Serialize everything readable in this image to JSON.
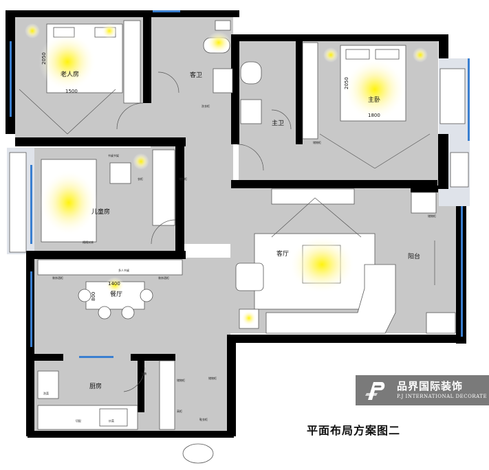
{
  "rooms": {
    "elder_bedroom": "老人房",
    "guest_bath": "客卫",
    "master_bedroom": "主卧",
    "master_bath": "主卫",
    "kids_room": "儿童房",
    "living_room": "客厅",
    "balcony": "阳台",
    "dining_room": "餐厅",
    "kitchen": "厨房"
  },
  "dimensions": {
    "elder_bed_length": "2050",
    "elder_bed_width": "1500",
    "master_bed_length": "2050",
    "master_bed_width": "1800",
    "dining_table_length": "1400",
    "dining_table_width": "800"
  },
  "annotations": {
    "kids_desk_note": "书桌书架",
    "kids_wardrobe": "衣柜",
    "kids_storage": "储物柜",
    "kids_bed_note": "榻榻米床",
    "guest_bath_note": "洗衣柜",
    "master_bath_note": "储物柜",
    "entry_cabinet": "储物柜",
    "dining_cabinet_center": "多人书桌",
    "dining_cabinet_left": "装饰酒柜",
    "dining_cabinet_right": "装饰酒柜",
    "kitchen_fridge": "冰箱",
    "kitchen_storage": "储物柜",
    "kitchen_tall": "高柜",
    "shoe_cabinet": "鞋衣柜",
    "balcony_cabinet": "储物柜",
    "kitchen_basin": "洗菜",
    "kitchen_counter": "切配",
    "kitchen_stove": "炒菜"
  },
  "logo": {
    "chinese": "品界国际装饰",
    "english": "P.J INTERNATIONAL DECORATE"
  },
  "title": "平面布局方案图二"
}
